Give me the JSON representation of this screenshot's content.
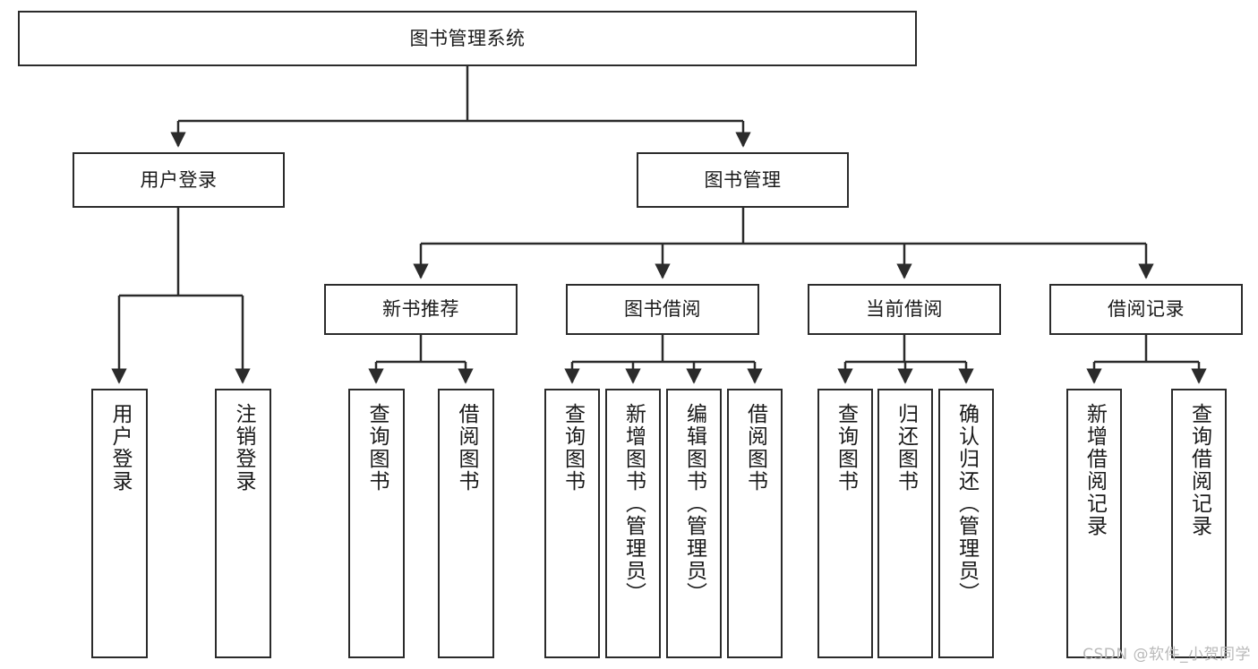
{
  "diagram": {
    "title": "图书管理系统",
    "type": "tree-hierarchy-chart",
    "watermark": "CSDN @软件_小贺同学",
    "colors": {
      "node_border": "#2b2b2b",
      "node_fill": "#ffffff",
      "edge": "#2b2b2b",
      "text": "#1a1a1a",
      "watermark": "#b9b9b9",
      "background": "#ffffff"
    },
    "root": {
      "label": "图书管理系统"
    },
    "level2": [
      {
        "label": "用户登录"
      },
      {
        "label": "图书管理"
      }
    ],
    "level3": [
      {
        "label": "新书推荐"
      },
      {
        "label": "图书借阅"
      },
      {
        "label": "当前借阅"
      },
      {
        "label": "借阅记录"
      }
    ],
    "leaves": {
      "user_login": [
        {
          "label": "用户登录"
        },
        {
          "label": "注销登录"
        }
      ],
      "new_book_recommend": [
        {
          "label": "查询图书"
        },
        {
          "label": "借阅图书"
        }
      ],
      "book_borrow": [
        {
          "label": "查询图书"
        },
        {
          "label": "新增图书（管理员）"
        },
        {
          "label": "编辑图书（管理员）"
        },
        {
          "label": "借阅图书"
        }
      ],
      "current_borrow": [
        {
          "label": "查询图书"
        },
        {
          "label": "归还图书"
        },
        {
          "label": "确认归还（管理员）"
        }
      ],
      "borrow_record": [
        {
          "label": "新增借阅记录"
        },
        {
          "label": "查询借阅记录"
        }
      ]
    }
  }
}
